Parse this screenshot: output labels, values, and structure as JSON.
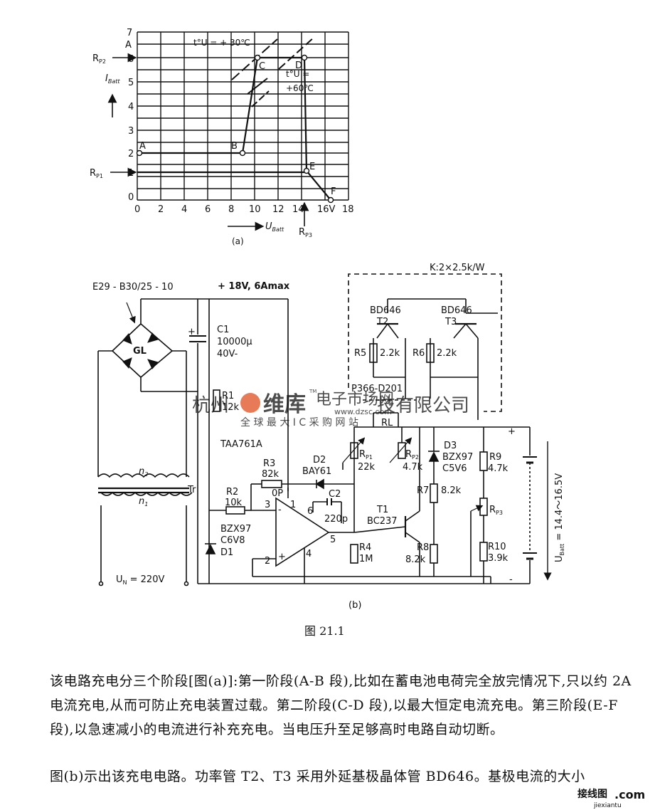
{
  "graph_a": {
    "y_axis_label": "I",
    "y_axis_sub": "Batt",
    "y_unit": "A",
    "x_axis_label": "U",
    "x_axis_sub": "Batt",
    "x_ticks": [
      "0",
      "2",
      "4",
      "6",
      "8",
      "10",
      "12",
      "14",
      "16V",
      "18"
    ],
    "y_ticks": [
      "0",
      "1",
      "2",
      "3",
      "4",
      "5",
      "6",
      "7"
    ],
    "rp2_label": "R",
    "rp2_sub": "P2",
    "rp1_label": "R",
    "rp1_sub": "P1",
    "rp3_label": "R",
    "rp3_sub": "P3",
    "curve_30": "t°U = + 30℃",
    "curve_60a": "t°U =",
    "curve_60b": "+60℃",
    "points": [
      "A",
      "B",
      "C",
      "D",
      "E",
      "F"
    ],
    "caption": "(a)"
  },
  "circuit_b": {
    "bridge": "E29 - B30/25 - 10",
    "gl": "GL",
    "supply": "+ 18V, 6Amax",
    "c1": [
      "C1",
      "10000μ",
      "40V-"
    ],
    "r1": [
      "R1",
      "12k"
    ],
    "ic": "TAA761A",
    "r3": [
      "R3",
      "82k"
    ],
    "op": "0P",
    "d2": [
      "D2",
      "BAY61"
    ],
    "r2": [
      "R2",
      "10k"
    ],
    "c2": [
      "C2",
      "220p"
    ],
    "pins": [
      "3",
      "1",
      "6",
      "5",
      "2",
      "4"
    ],
    "d1": [
      "BZX97",
      "C6V8",
      "D1"
    ],
    "r4": [
      "R4",
      "1M"
    ],
    "t1": [
      "T1",
      "BC237"
    ],
    "r7": [
      "R7",
      "8.2k"
    ],
    "r8": [
      "R8",
      "8.2k"
    ],
    "d3": [
      "D3",
      "BZX97",
      "C5V6"
    ],
    "r9": [
      "R9",
      "4.7k"
    ],
    "rp3": "R",
    "rp3_sub": "P3",
    "r10": [
      "R10",
      "3.9k"
    ],
    "rp1": [
      "R",
      "P1",
      "22k"
    ],
    "rp2": [
      "R",
      "P2",
      "4.7k"
    ],
    "relay": "P366-D201",
    "rl": "RL",
    "k": "K:2×2.5k/W",
    "t2": [
      "BD646",
      "T2"
    ],
    "t3": [
      "BD646",
      "T3"
    ],
    "r5": [
      "R5",
      "2.2k"
    ],
    "r6": [
      "R6",
      "2.2k"
    ],
    "tr": "Tr",
    "n2": "n",
    "n2_sub": "2",
    "n1": "n",
    "n1_sub": "1",
    "un": "U",
    "un_sub": "N",
    "un_val": " = 220V",
    "ubatt": "U",
    "ubatt_sub": "Batt",
    "ubatt_range": " = 14.4～16.5V",
    "plus": "+",
    "minus": "-",
    "caption": "(b)"
  },
  "figure_caption": "图 21.1",
  "paragraph1": "该电路充电分三个阶段[图(a)]:第一阶段(A-B 段),比如在蓄电池电荷完全放完情况下,只以约 2A 电流充电,从而可防止充电装置过载。第二阶段(C-D 段),以最大恒定电流充电。第三阶段(E-F 段),以急速减小的电流进行补充充电。当电压升至足够高时电路自动切断。",
  "paragraph2": "图(b)示出该充电电路。功率管 T2、T3 采用外延基极晶体管 BD646。基极电流的大小",
  "watermark": {
    "company_left": "杭州",
    "logo_text": "维库",
    "company_mid": "电子市场网",
    "company_right": "技有限公司",
    "url": "www.dzsc.com",
    "slogan": "全 球 最 大 I C 采 购 网 站",
    "tm": "TM"
  },
  "corner_logo": {
    "brand": "接线图",
    "dotcom": ".com",
    "site": "jiexiantu"
  },
  "colors": {
    "ink": "#111111",
    "watermark_red": "#e05020",
    "watermark_grey": "#c8c8c8"
  }
}
